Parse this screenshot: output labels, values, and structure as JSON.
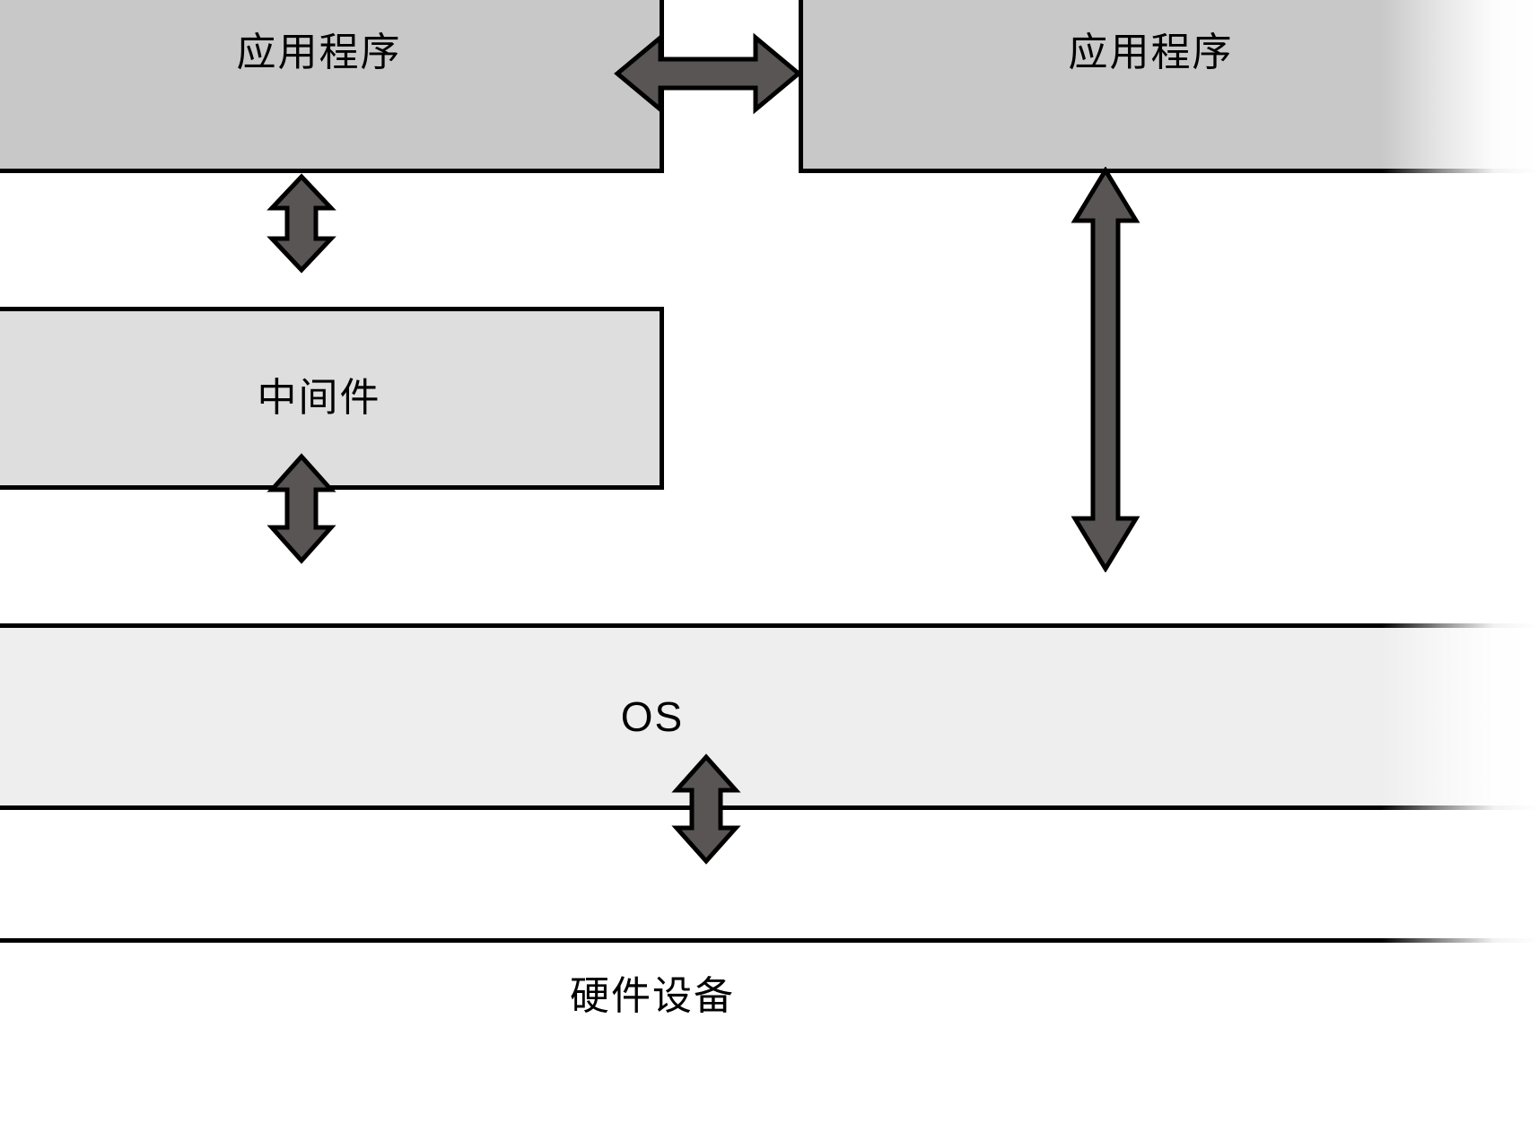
{
  "diagram": {
    "title": "",
    "type": "layered-architecture",
    "colors": {
      "application_fill": "#c8c8c8",
      "middleware_fill": "#dedede",
      "os_fill": "#eeeeee",
      "hardware_fill": "#ffffff",
      "arrow_fill": "#595554",
      "stroke": "#000000",
      "background": "#ffffff"
    },
    "nodes": {
      "app_left": {
        "label": "应用程序"
      },
      "app_right": {
        "label": "应用程序"
      },
      "middleware": {
        "label": "中间件"
      },
      "os": {
        "label": "OS"
      },
      "hardware": {
        "label": "硬件设备"
      }
    },
    "connectors": [
      {
        "name": "app-left-to-app-right",
        "icon": "double-arrow-horizontal-icon",
        "direction": "bidirectional",
        "orientation": "horizontal"
      },
      {
        "name": "app-left-to-middleware",
        "icon": "double-arrow-vertical-icon",
        "direction": "bidirectional",
        "orientation": "vertical"
      },
      {
        "name": "middleware-to-os",
        "icon": "double-arrow-vertical-icon",
        "direction": "bidirectional",
        "orientation": "vertical"
      },
      {
        "name": "app-right-to-os",
        "icon": "double-arrow-vertical-long-icon",
        "direction": "bidirectional",
        "orientation": "vertical"
      },
      {
        "name": "os-to-hardware",
        "icon": "double-arrow-vertical-icon",
        "direction": "bidirectional",
        "orientation": "vertical"
      }
    ]
  }
}
